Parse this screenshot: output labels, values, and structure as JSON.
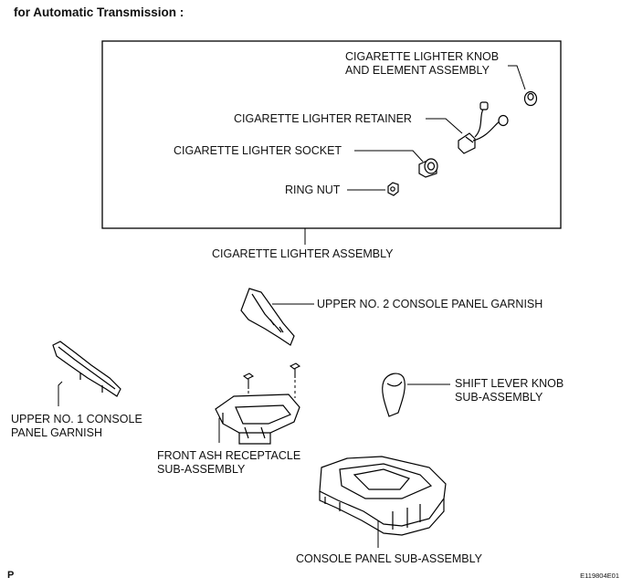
{
  "heading": "for Automatic Transmission :",
  "labels": {
    "knob": "CIGARETTE LIGHTER KNOB\nAND ELEMENT ASSEMBLY",
    "retainer": "CIGARETTE LIGHTER RETAINER",
    "socket": "CIGARETTE LIGHTER SOCKET",
    "ring_nut": "RING NUT",
    "lighter_assembly": "CIGARETTE LIGHTER ASSEMBLY",
    "upper2": "UPPER NO. 2 CONSOLE PANEL GARNISH",
    "upper1": "UPPER NO. 1 CONSOLE\nPANEL GARNISH",
    "shift_knob": "SHIFT LEVER KNOB\nSUB-ASSEMBLY",
    "ash_receptacle": "FRONT ASH RECEPTACLE\nSUB-ASSEMBLY",
    "console_panel": "CONSOLE PANEL SUB-ASSEMBLY"
  },
  "footer": {
    "left": "P",
    "right": "E119804E01"
  }
}
